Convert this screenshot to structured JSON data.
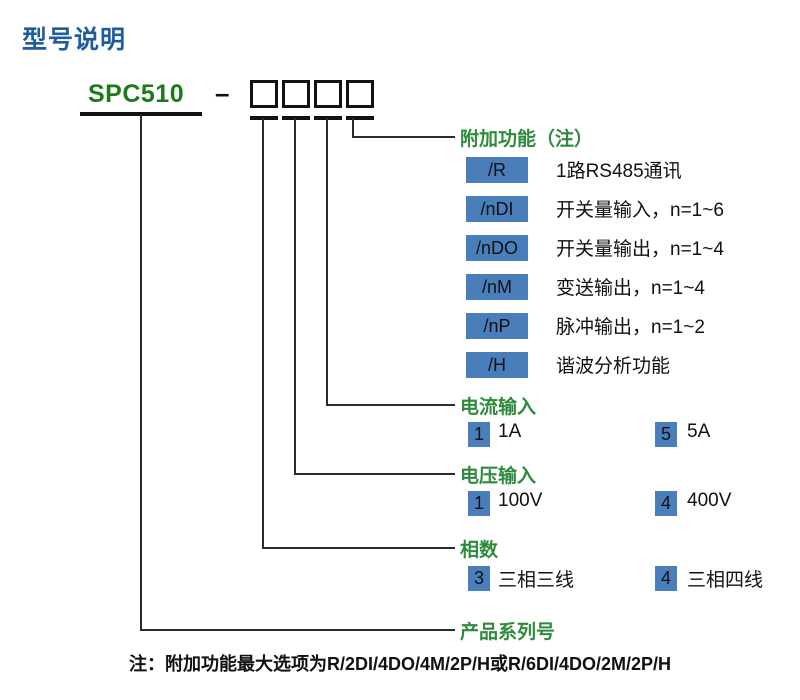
{
  "title": "型号说明",
  "model": {
    "series_code": "SPC510",
    "separator": "–",
    "box_count": 4
  },
  "sections": [
    {
      "key": "additional_function",
      "label": "附加功能（注）",
      "options": [
        {
          "code": "/R",
          "desc": "1路RS485通讯"
        },
        {
          "code": "/nDI",
          "desc": "开关量输入，n=1~6"
        },
        {
          "code": "/nDO",
          "desc": "开关量输出，n=1~4"
        },
        {
          "code": "/nM",
          "desc": "变送输出，n=1~4"
        },
        {
          "code": "/nP",
          "desc": "脉冲输出，n=1~2"
        },
        {
          "code": "/H",
          "desc": "谐波分析功能"
        }
      ]
    },
    {
      "key": "current_input",
      "label": "电流输入",
      "options": [
        {
          "code": "1",
          "desc": "1A"
        },
        {
          "code": "5",
          "desc": "5A"
        }
      ]
    },
    {
      "key": "voltage_input",
      "label": "电压输入",
      "options": [
        {
          "code": "1",
          "desc": "100V"
        },
        {
          "code": "4",
          "desc": "400V"
        }
      ]
    },
    {
      "key": "phase_count",
      "label": "相数",
      "options": [
        {
          "code": "3",
          "desc": "三相三线"
        },
        {
          "code": "4",
          "desc": "三相四线"
        }
      ]
    },
    {
      "key": "product_series",
      "label": "产品系列号",
      "options": []
    }
  ],
  "footnote": "注：附加功能最大选项为R/2DI/4DO/4M/2P/H或R/6DI/4DO/2M/2P/H",
  "colors": {
    "title_blue": "#1F5C9E",
    "series_green": "#1B7A1B",
    "label_green": "#2E8B3D",
    "badge_blue": "#4A7EBB",
    "line_dark": "#2b2b2b"
  }
}
